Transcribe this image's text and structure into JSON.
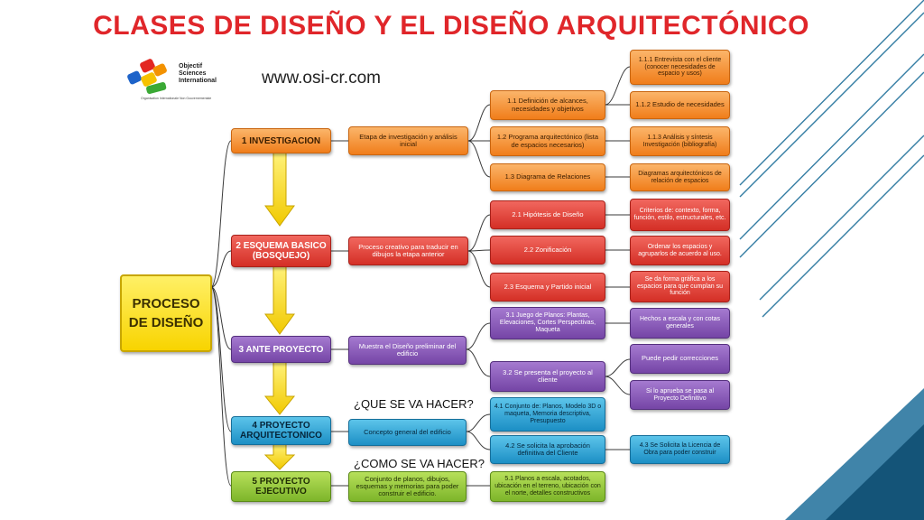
{
  "slide_title": "CLASES DE DISEÑO Y EL DISEÑO ARQUITECTÓNICO",
  "logo": {
    "text_lines": [
      "Objectif",
      "Sciences",
      "International"
    ],
    "subtitle": "Organisation Internationale Non Gouvernementale"
  },
  "website": "www.osi-cr.com",
  "main_node": {
    "line1": "PROCESO",
    "line2": "DE DISEÑO"
  },
  "questions": {
    "q1": "¿QUE SE VA HACER?",
    "q2": "¿COMO SE VA HACER?"
  },
  "stages": [
    {
      "label": "1 INVESTIGACION",
      "process": "Etapa de investigación y análisis inicial",
      "steps": [
        "1.1 Definición de alcances, necesidades y objetivos",
        "1.2 Programa arquitectónico (lista de espacios necesarios)",
        "1.3 Diagrama de Relaciones"
      ],
      "details": [
        "1.1.1 Entrevista con el cliente (conocer necesidades de espacio y usos)",
        "1.1.2 Estudio de necesidades",
        "1.1.3 Análisis y síntesis Investigación (bibliografía)",
        "Diagramas arquitectónicos de relación de espacios"
      ]
    },
    {
      "label": "2 ESQUEMA BASICO (BOSQUEJO)",
      "process": "Proceso creativo para traducir en dibujos la etapa anterior",
      "steps": [
        "2.1 Hipótesis de Diseño",
        "2.2 Zonificación",
        "2.3 Esquema y Partido inicial"
      ],
      "details": [
        "Criterios de: contexto, forma, función, estilo, estructurales, etc.",
        "Ordenar los espacios y agruparlos de acuerdo al uso.",
        "Se da forma gráfica a los espacios para que cumplan su función"
      ]
    },
    {
      "label": "3 ANTE PROYECTO",
      "process": "Muestra el Diseño preliminar del edificio",
      "steps": [
        "3.1 Juego de Planos: Plantas, Elevaciones, Cortes Perspectivas, Maqueta",
        "3.2 Se presenta el proyecto al cliente"
      ],
      "details": [
        "Hechos a escala y con cotas generales",
        "Puede pedir correcciones",
        "Si lo aprueba se pasa al Proyecto Definitivo"
      ]
    },
    {
      "label": "4 PROYECTO ARQUITECTONICO",
      "process": "Concepto general del edificio",
      "steps": [
        "4.1 Conjunto de: Planos, Modelo 3D o maqueta, Memoria descriptiva, Presupuesto",
        "4.2 Se solicita la aprobación definitiva del Cliente"
      ],
      "details": [
        "4.3 Se Solicita la Licencia de Obra para poder construir"
      ]
    },
    {
      "label": "5 PROYECTO EJECUTIVO",
      "process": "Conjunto de planos, dibujos, esquemas y memorias para poder construir el edificio.",
      "steps": [
        "5.1 Planos a escala, acotados, ubicación en el terreno, ubicación con el norte, detalles constructivos"
      ],
      "details": []
    }
  ],
  "colors": {
    "title": "#e0262a",
    "orange": "#f07d1a",
    "red": "#d42f26",
    "purple": "#7545a6",
    "blue": "#1c8fc5",
    "green": "#7db52a",
    "yellow": "#f8d400",
    "slide_accent": "#1f6f9a"
  }
}
